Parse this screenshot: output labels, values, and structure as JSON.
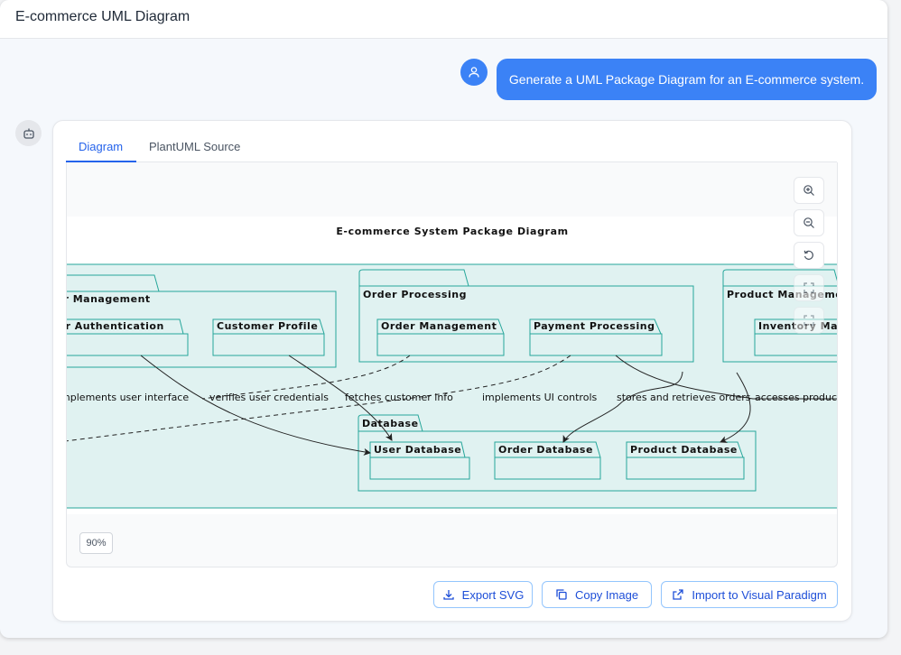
{
  "header": {
    "title": "E-commerce UML Diagram"
  },
  "chat": {
    "user_message": "Generate a UML Package Diagram for an E-commerce system."
  },
  "tabs": [
    {
      "label": "Diagram",
      "active": true
    },
    {
      "label": "PlantUML Source",
      "active": false
    }
  ],
  "diagram": {
    "title": "E-commerce System Package Diagram",
    "packages": {
      "user_mgmt": "User Management",
      "order_processing": "Order Processing",
      "product_mgmt": "Product Management",
      "database": "Database"
    },
    "components": {
      "user_auth": "User Authentication",
      "customer_profile": "Customer Profile",
      "order_mgmt": "Order Management",
      "payment": "Payment Processing",
      "inventory": "Inventory Management",
      "user_db": "User Database",
      "order_db": "Order Database",
      "product_db": "Product Database"
    },
    "edge_labels": [
      "implements user interface",
      "verifies user credentials",
      "fetches customer info",
      "implements UI controls",
      "stores and retrieves orders",
      "accesses product"
    ]
  },
  "zoom": {
    "level": "90%"
  },
  "actions": {
    "export_svg": "Export SVG",
    "copy_image": "Copy Image",
    "import_vp": "Import to Visual Paradigm"
  },
  "colors": {
    "accent": "#3b82f6",
    "package_fill": "#e0f2f1",
    "package_stroke": "#26a69a"
  }
}
